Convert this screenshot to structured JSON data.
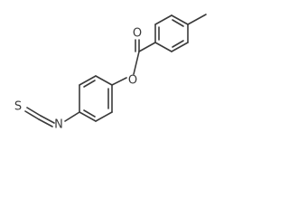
{
  "diagram": {
    "atoms": {
      "oxygen_carbonyl": "O",
      "oxygen_ester": "O",
      "nitrogen": "N",
      "sulfur": "S"
    }
  }
}
